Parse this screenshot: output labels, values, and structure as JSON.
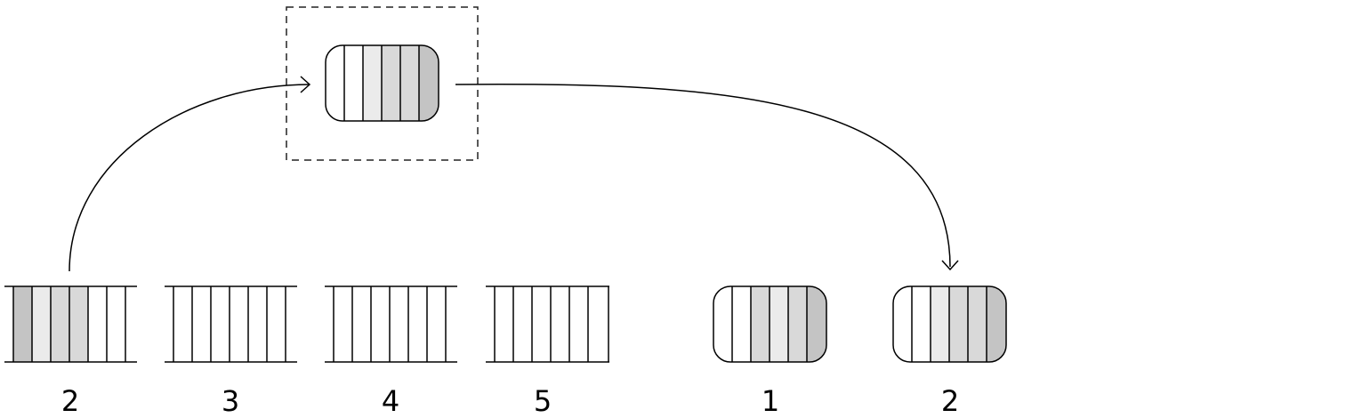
{
  "labels": {
    "q2": "2",
    "q3": "3",
    "q4": "4",
    "q5": "5",
    "done1": "1",
    "done2": "2"
  },
  "colors": {
    "stroke": "#000000",
    "dash": "#222222",
    "shade_dark": "#c4c4c4",
    "shade_mid": "#d9d9d9",
    "shade_light": "#ebebeb",
    "empty": "#ffffff"
  }
}
